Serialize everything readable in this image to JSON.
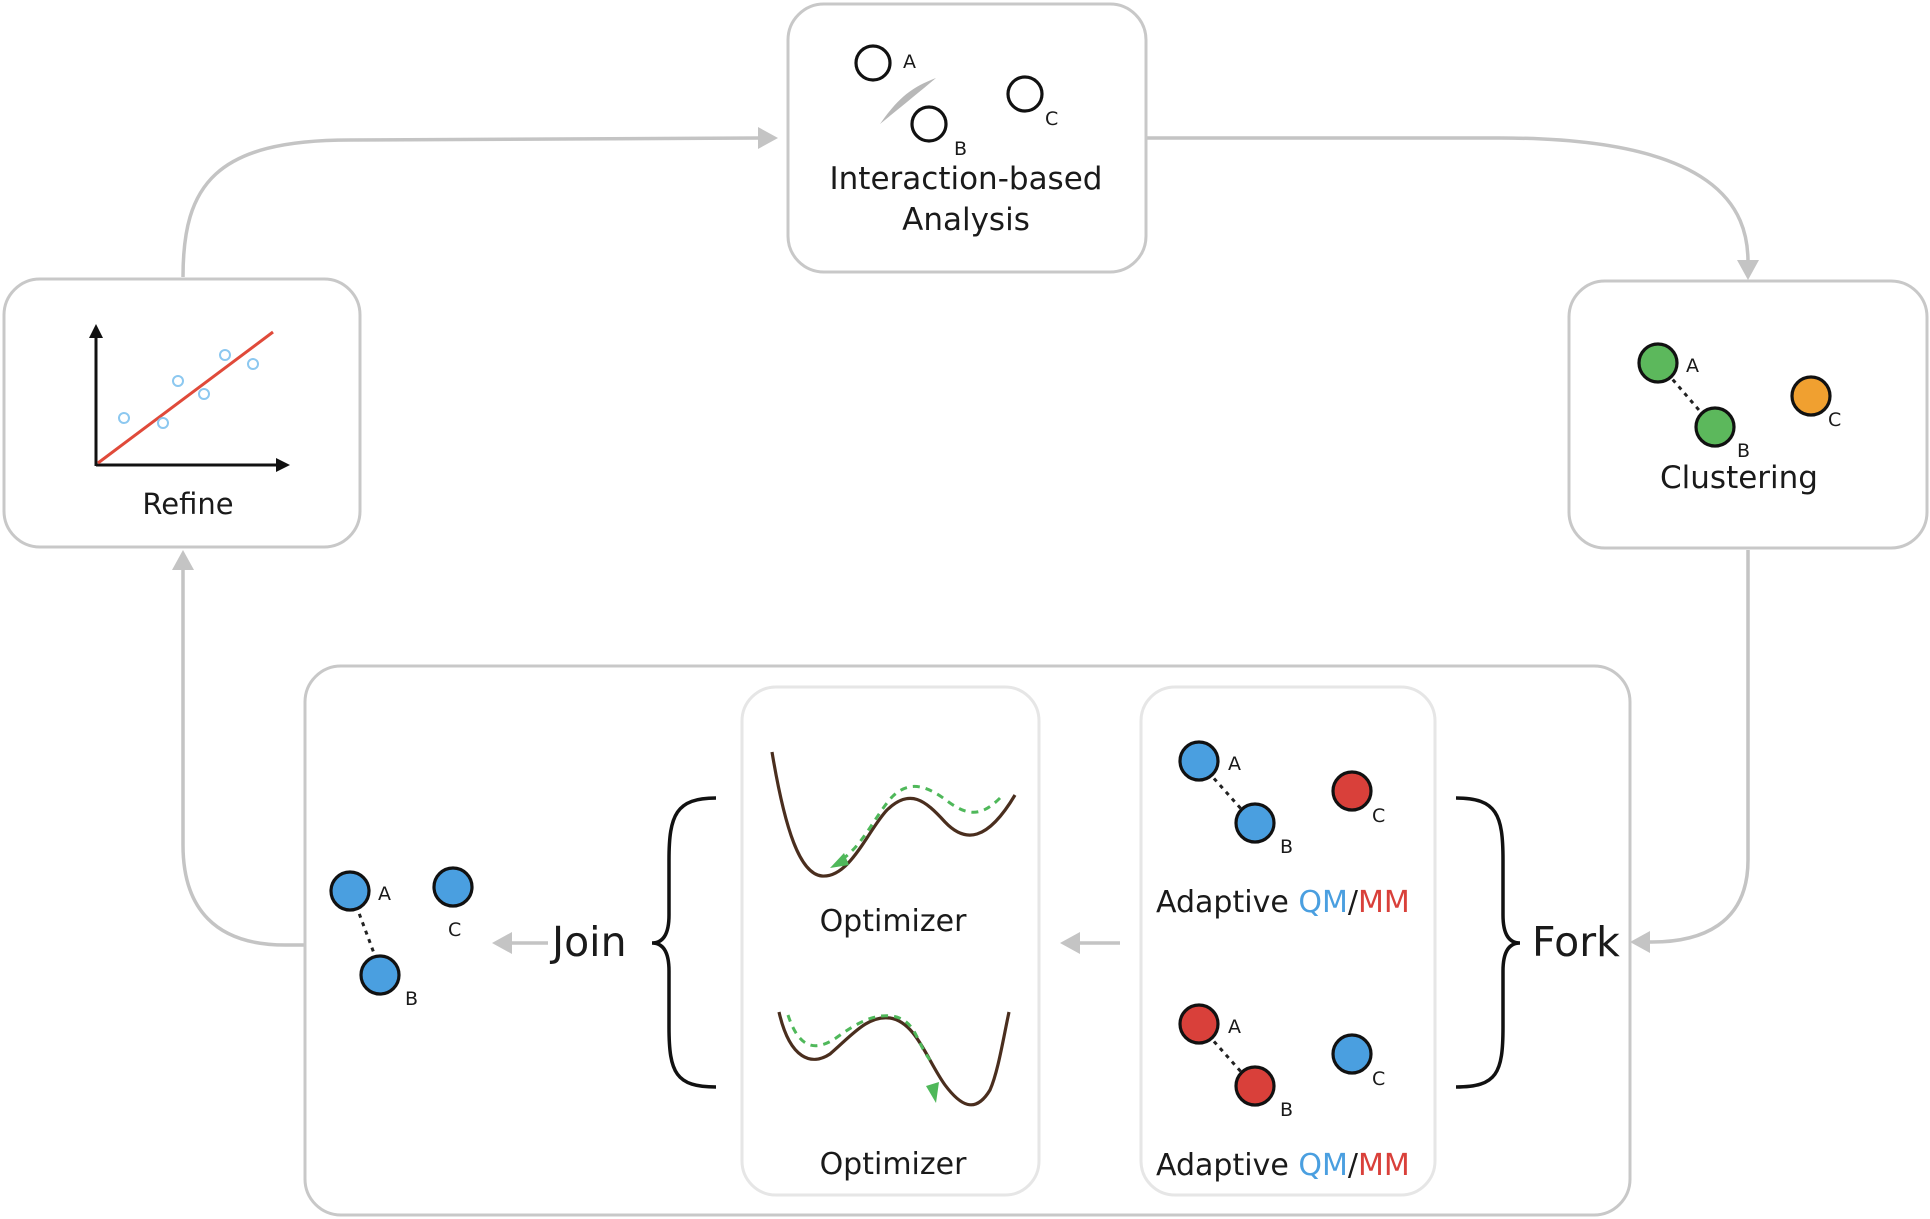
{
  "nodes": {
    "analysis": {
      "line1": "Interaction-based",
      "line2": "Analysis"
    },
    "clustering": {
      "label": "Clustering"
    },
    "refine": {
      "label": "Refine"
    }
  },
  "atoms": {
    "a": "A",
    "b": "B",
    "c": "C"
  },
  "qmmm": {
    "prefix": "Adaptive",
    "qm": "QM",
    "separator": "/",
    "mm": "MM"
  },
  "optimizer_label": "Optimizer",
  "fork_label": "Fork",
  "join_label": "Join",
  "colors": {
    "qm_blue": "#4a9fe0",
    "mm_red": "#d9403a",
    "cluster_green": "#5cb85c",
    "cluster_orange": "#f0a030",
    "fit_line": "#e04a3a",
    "scatter_points": "#8cc8f0",
    "path_green": "#4fb85a",
    "arrow_gray": "#c4c4c4"
  }
}
